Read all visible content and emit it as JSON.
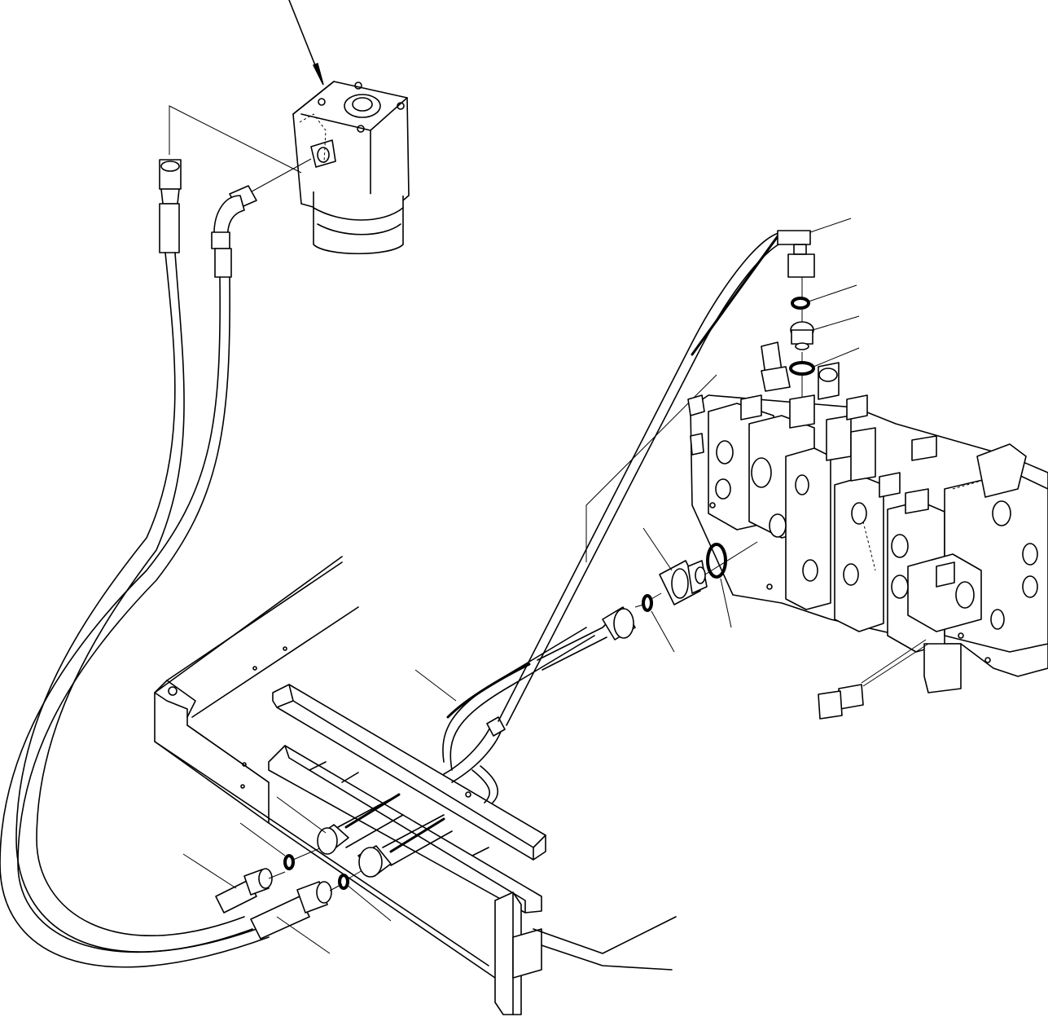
{
  "drawing": {
    "type": "exploded hydraulic parts diagram",
    "components": [
      "steering-unit",
      "control-valve-block",
      "hose-left",
      "hose-right",
      "steel-tube-upper",
      "steel-tube-lower",
      "frame-bracket",
      "connector-fittings",
      "o-rings",
      "electrical-connector"
    ],
    "colors": {
      "line": "#000000",
      "background": "#ffffff"
    }
  }
}
